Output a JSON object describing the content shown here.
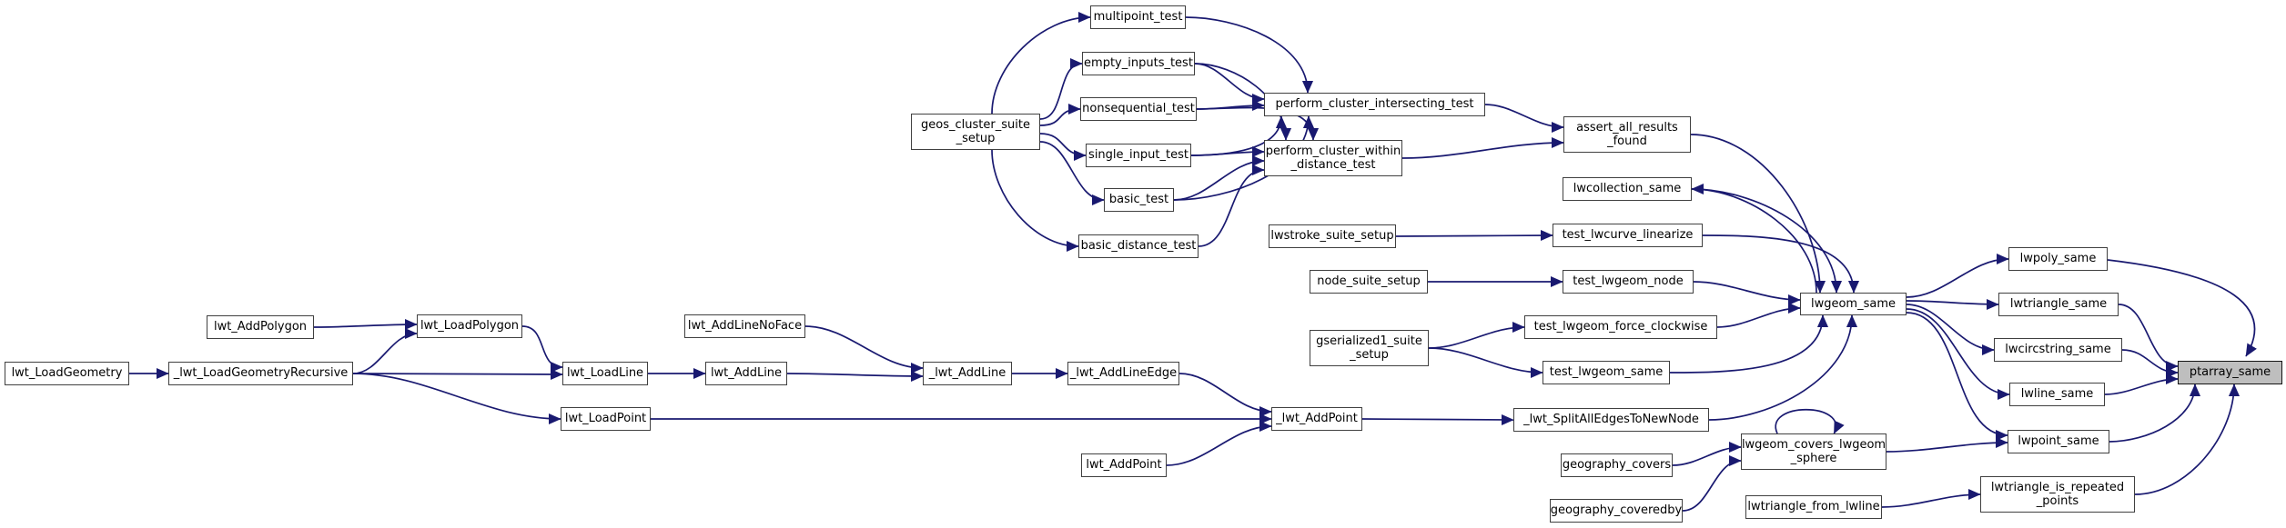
{
  "graph": {
    "colors": {
      "edge": "#191970",
      "node_border": "#404040",
      "node_bg": "#ffffff",
      "highlight_bg": "#bebebe",
      "highlight_border": "#141414"
    },
    "highlighted_function": "ptarray_same",
    "nodes": {
      "lwt_LoadGeometry": {
        "label": "lwt_LoadGeometry"
      },
      "_lwt_LoadGeometryRecursive": {
        "label": "_lwt_LoadGeometryRecursive"
      },
      "lwt_AddPolygon": {
        "label": "lwt_AddPolygon"
      },
      "lwt_LoadPolygon": {
        "label": "lwt_LoadPolygon"
      },
      "lwt_LoadLine": {
        "label": "lwt_LoadLine"
      },
      "lwt_LoadPoint": {
        "label": "lwt_LoadPoint"
      },
      "lwt_AddLineNoFace": {
        "label": "lwt_AddLineNoFace"
      },
      "lwt_AddLine": {
        "label": "lwt_AddLine"
      },
      "_lwt_AddLine": {
        "label": "_lwt_AddLine"
      },
      "_lwt_AddLineEdge": {
        "label": "_lwt_AddLineEdge"
      },
      "_lwt_AddPoint": {
        "label": "_lwt_AddPoint"
      },
      "lwt_AddPoint": {
        "label": "lwt_AddPoint"
      },
      "geos_cluster_suite_setup": {
        "label": "geos_cluster_suite\n_setup"
      },
      "multipoint_test": {
        "label": "multipoint_test"
      },
      "empty_inputs_test": {
        "label": "empty_inputs_test"
      },
      "nonsequential_test": {
        "label": "nonsequential_test"
      },
      "single_input_test": {
        "label": "single_input_test"
      },
      "basic_test": {
        "label": "basic_test"
      },
      "basic_distance_test": {
        "label": "basic_distance_test"
      },
      "perform_cluster_intersecting_test": {
        "label": "perform_cluster_intersecting_test"
      },
      "perform_cluster_within_distance_test": {
        "label": "perform_cluster_within\n_distance_test"
      },
      "assert_all_results_found": {
        "label": "assert_all_results\n_found"
      },
      "lwcollection_same": {
        "label": "lwcollection_same"
      },
      "lwstroke_suite_setup": {
        "label": "lwstroke_suite_setup"
      },
      "test_lwcurve_linearize": {
        "label": "test_lwcurve_linearize"
      },
      "node_suite_setup": {
        "label": "node_suite_setup"
      },
      "test_lwgeom_node": {
        "label": "test_lwgeom_node"
      },
      "gserialized1_suite_setup": {
        "label": "gserialized1_suite\n_setup"
      },
      "test_lwgeom_force_clockwise": {
        "label": "test_lwgeom_force_clockwise"
      },
      "test_lwgeom_same": {
        "label": "test_lwgeom_same"
      },
      "_lwt_SplitAllEdgesToNewNode": {
        "label": "_lwt_SplitAllEdgesToNewNode"
      },
      "geography_covers": {
        "label": "geography_covers"
      },
      "geography_coveredby": {
        "label": "geography_coveredby"
      },
      "lwgeom_same": {
        "label": "lwgeom_same"
      },
      "lwgeom_covers_lwgeom_sphere": {
        "label": "lwgeom_covers_lwgeom\n_sphere"
      },
      "lwtriangle_from_lwline": {
        "label": "lwtriangle_from_lwline"
      },
      "lwpoly_same": {
        "label": "lwpoly_same"
      },
      "lwtriangle_same": {
        "label": "lwtriangle_same"
      },
      "lwcircstring_same": {
        "label": "lwcircstring_same"
      },
      "lwline_same": {
        "label": "lwline_same"
      },
      "lwpoint_same": {
        "label": "lwpoint_same"
      },
      "lwtriangle_is_repeated_points": {
        "label": "lwtriangle_is_repeated\n_points"
      },
      "ptarray_same": {
        "label": "ptarray_same",
        "highlighted": true
      }
    },
    "edges": [
      {
        "from": "lwt_LoadGeometry",
        "to": "_lwt_LoadGeometryRecursive"
      },
      {
        "from": "lwt_AddPolygon",
        "to": "lwt_LoadPolygon"
      },
      {
        "from": "_lwt_LoadGeometryRecursive",
        "to": "lwt_LoadPolygon"
      },
      {
        "from": "_lwt_LoadGeometryRecursive",
        "to": "lwt_LoadLine"
      },
      {
        "from": "_lwt_LoadGeometryRecursive",
        "to": "lwt_LoadPoint"
      },
      {
        "from": "lwt_LoadPolygon",
        "to": "lwt_LoadLine"
      },
      {
        "from": "lwt_LoadLine",
        "to": "lwt_AddLine"
      },
      {
        "from": "lwt_AddLineNoFace",
        "to": "_lwt_AddLine"
      },
      {
        "from": "lwt_AddLine",
        "to": "_lwt_AddLine"
      },
      {
        "from": "_lwt_AddLine",
        "to": "_lwt_AddLineEdge"
      },
      {
        "from": "_lwt_AddLineEdge",
        "to": "_lwt_AddPoint"
      },
      {
        "from": "lwt_LoadPoint",
        "to": "_lwt_AddPoint"
      },
      {
        "from": "lwt_AddPoint",
        "to": "_lwt_AddPoint"
      },
      {
        "from": "_lwt_AddPoint",
        "to": "_lwt_SplitAllEdgesToNewNode"
      },
      {
        "from": "geos_cluster_suite_setup",
        "to": "multipoint_test"
      },
      {
        "from": "geos_cluster_suite_setup",
        "to": "empty_inputs_test"
      },
      {
        "from": "geos_cluster_suite_setup",
        "to": "nonsequential_test"
      },
      {
        "from": "geos_cluster_suite_setup",
        "to": "single_input_test"
      },
      {
        "from": "geos_cluster_suite_setup",
        "to": "basic_test"
      },
      {
        "from": "geos_cluster_suite_setup",
        "to": "basic_distance_test"
      },
      {
        "from": "multipoint_test",
        "to": "perform_cluster_intersecting_test"
      },
      {
        "from": "empty_inputs_test",
        "to": "perform_cluster_intersecting_test"
      },
      {
        "from": "nonsequential_test",
        "to": "perform_cluster_intersecting_test"
      },
      {
        "from": "single_input_test",
        "to": "perform_cluster_intersecting_test"
      },
      {
        "from": "basic_test",
        "to": "perform_cluster_intersecting_test"
      },
      {
        "from": "empty_inputs_test",
        "to": "perform_cluster_within_distance_test"
      },
      {
        "from": "nonsequential_test",
        "to": "perform_cluster_within_distance_test"
      },
      {
        "from": "single_input_test",
        "to": "perform_cluster_within_distance_test"
      },
      {
        "from": "basic_test",
        "to": "perform_cluster_within_distance_test"
      },
      {
        "from": "basic_distance_test",
        "to": "perform_cluster_within_distance_test"
      },
      {
        "from": "perform_cluster_intersecting_test",
        "to": "assert_all_results_found"
      },
      {
        "from": "perform_cluster_within_distance_test",
        "to": "assert_all_results_found"
      },
      {
        "from": "assert_all_results_found",
        "to": "lwgeom_same"
      },
      {
        "from": "lwcollection_same",
        "to": "lwgeom_same"
      },
      {
        "from": "test_lwcurve_linearize",
        "to": "lwgeom_same"
      },
      {
        "from": "test_lwgeom_node",
        "to": "lwgeom_same"
      },
      {
        "from": "test_lwgeom_force_clockwise",
        "to": "lwgeom_same"
      },
      {
        "from": "test_lwgeom_same",
        "to": "lwgeom_same"
      },
      {
        "from": "_lwt_SplitAllEdgesToNewNode",
        "to": "lwgeom_same"
      },
      {
        "from": "lwgeom_same",
        "to": "lwcollection_same"
      },
      {
        "from": "lwstroke_suite_setup",
        "to": "test_lwcurve_linearize"
      },
      {
        "from": "node_suite_setup",
        "to": "test_lwgeom_node"
      },
      {
        "from": "gserialized1_suite_setup",
        "to": "test_lwgeom_force_clockwise"
      },
      {
        "from": "gserialized1_suite_setup",
        "to": "test_lwgeom_same"
      },
      {
        "from": "lwgeom_same",
        "to": "lwpoly_same"
      },
      {
        "from": "lwgeom_same",
        "to": "lwtriangle_same"
      },
      {
        "from": "lwgeom_same",
        "to": "lwcircstring_same"
      },
      {
        "from": "lwgeom_same",
        "to": "lwline_same"
      },
      {
        "from": "lwgeom_same",
        "to": "lwpoint_same"
      },
      {
        "from": "lwpoly_same",
        "to": "ptarray_same"
      },
      {
        "from": "lwtriangle_same",
        "to": "ptarray_same"
      },
      {
        "from": "lwcircstring_same",
        "to": "ptarray_same"
      },
      {
        "from": "lwline_same",
        "to": "ptarray_same"
      },
      {
        "from": "lwpoint_same",
        "to": "ptarray_same"
      },
      {
        "from": "lwtriangle_is_repeated_points",
        "to": "ptarray_same"
      },
      {
        "from": "geography_covers",
        "to": "lwgeom_covers_lwgeom_sphere"
      },
      {
        "from": "geography_coveredby",
        "to": "lwgeom_covers_lwgeom_sphere"
      },
      {
        "from": "lwgeom_covers_lwgeom_sphere",
        "to": "lwgeom_covers_lwgeom_sphere"
      },
      {
        "from": "lwgeom_covers_lwgeom_sphere",
        "to": "lwpoint_same"
      },
      {
        "from": "lwtriangle_from_lwline",
        "to": "lwtriangle_is_repeated_points"
      }
    ]
  }
}
